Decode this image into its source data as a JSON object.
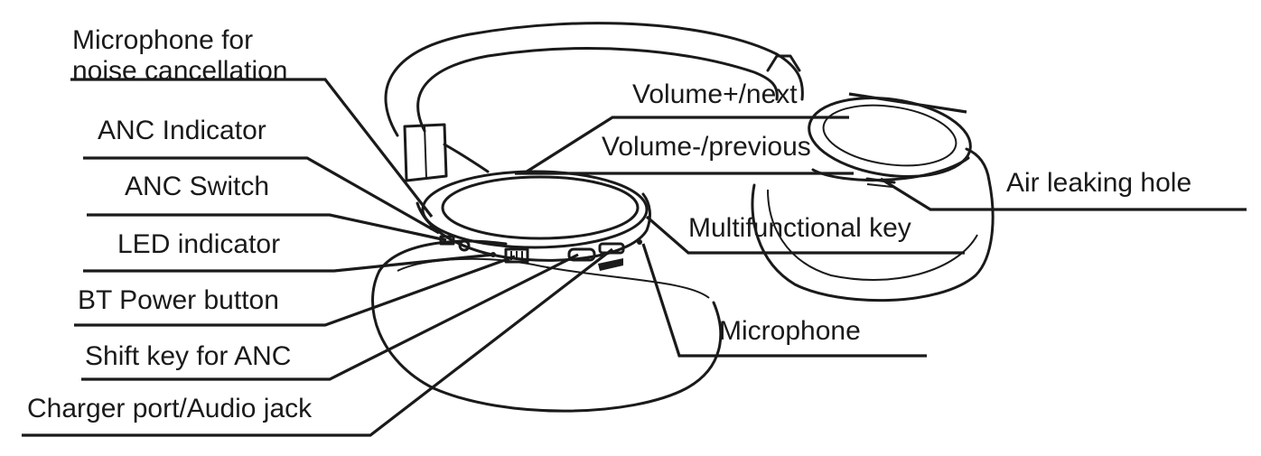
{
  "labels": {
    "mic_noise_line1": "Microphone for",
    "mic_noise_line2": "noise cancellation",
    "anc_indicator": "ANC Indicator",
    "anc_switch": "ANC Switch",
    "led_indicator": "LED indicator",
    "bt_power": "BT Power button",
    "shift_key": "Shift key for ANC",
    "charger_port": "Charger port/Audio jack",
    "volume_plus": "Volume+/next",
    "volume_minus": "Volume-/previous",
    "air_hole": "Air leaking hole",
    "multifunctional": "Multifunctional key",
    "microphone": "Microphone"
  },
  "colors": {
    "ink": "#1a1a1a",
    "background": "#ffffff"
  }
}
